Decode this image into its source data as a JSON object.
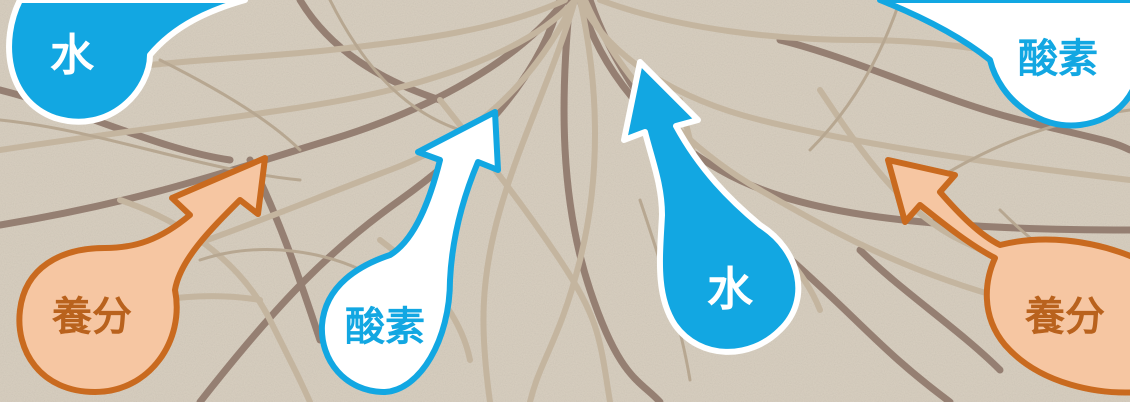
{
  "colors": {
    "soil_background": "#d8cfc0",
    "root_light": "#c4b59f",
    "root_dark": "#957f72",
    "water_blue": "#12a7e2",
    "outline_white": "#ffffff",
    "nutrient_fill": "#f6c6a2",
    "nutrient_outline": "#c96a1f",
    "nutrient_text": "#b9621d"
  },
  "labels": {
    "water_top_left": "水",
    "oxygen_top_right": "酸素",
    "nutrient_left": "養分",
    "oxygen_center": "酸素",
    "water_center": "水",
    "nutrient_right": "養分"
  },
  "icons": {
    "water_drop": "water-drop-arrow",
    "oxygen_drop": "oxygen-drop-arrow",
    "nutrient_drop": "nutrient-drop-arrow"
  }
}
